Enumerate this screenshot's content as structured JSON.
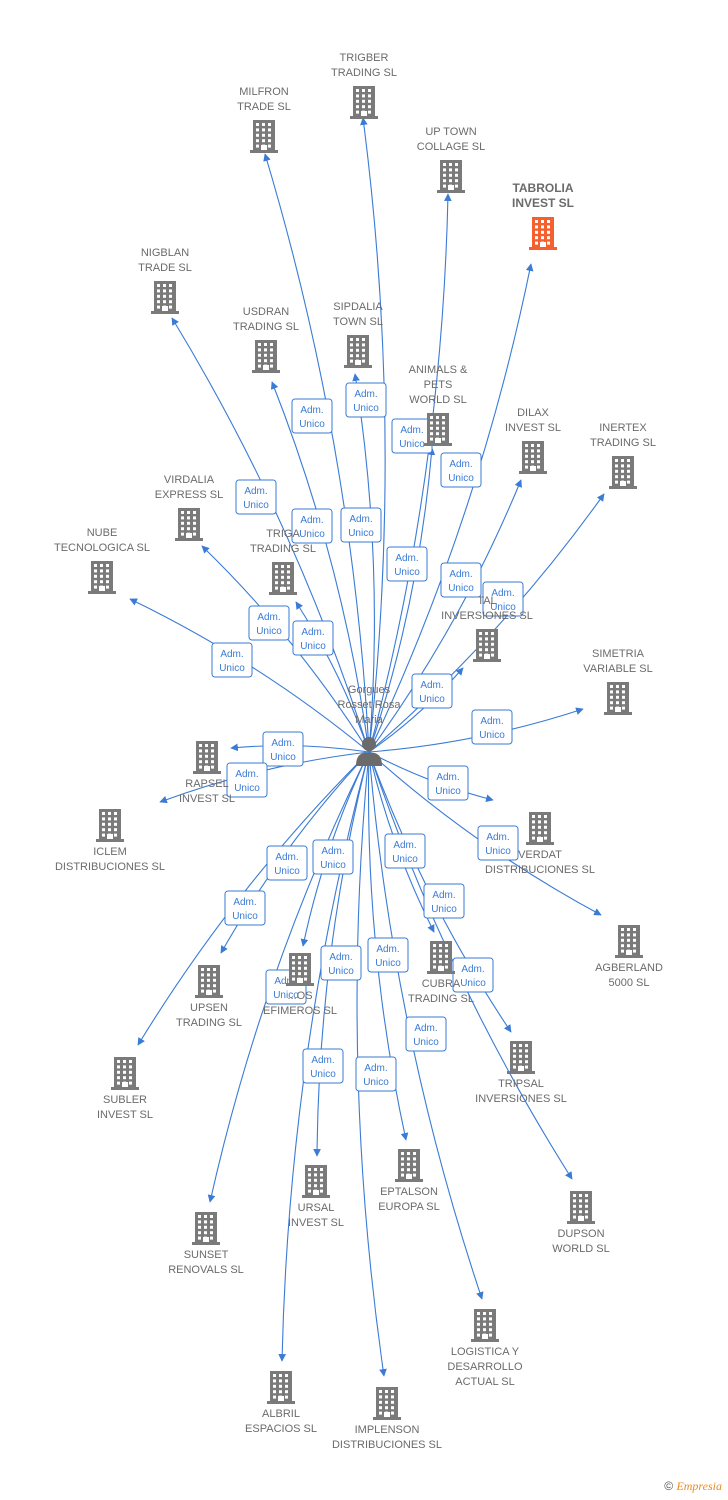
{
  "center": {
    "name_lines": [
      "Gorgues",
      "Rosset Rosa",
      "Maria"
    ]
  },
  "role_label_lines": [
    "Adm.",
    "Unico"
  ],
  "colors": {
    "edge": "#3a7bd5",
    "building": "#7a7a7a",
    "highlight": "#f4612e",
    "label_border": "#3a7bd5"
  },
  "companies": [
    {
      "id": "trigber",
      "name_lines": [
        "TRIGBER",
        "TRADING SL"
      ]
    },
    {
      "id": "milfron",
      "name_lines": [
        "MILFRON",
        "TRADE SL"
      ]
    },
    {
      "id": "uptown",
      "name_lines": [
        "UP TOWN",
        "COLLAGE SL"
      ]
    },
    {
      "id": "tabrolia",
      "name_lines": [
        "TABROLIA",
        "INVEST  SL"
      ],
      "highlight": true
    },
    {
      "id": "nigblan",
      "name_lines": [
        "NIGBLAN",
        "TRADE SL"
      ]
    },
    {
      "id": "usdran",
      "name_lines": [
        "USDRAN",
        "TRADING SL"
      ]
    },
    {
      "id": "sipdalia",
      "name_lines": [
        "SIPDALIA",
        "TOWN SL"
      ]
    },
    {
      "id": "animals",
      "name_lines": [
        "ANIMALS &",
        "PETS",
        "WORLD SL"
      ]
    },
    {
      "id": "dilax",
      "name_lines": [
        "DILAX",
        "INVEST SL"
      ]
    },
    {
      "id": "inertex",
      "name_lines": [
        "INERTEX",
        "TRADING SL"
      ]
    },
    {
      "id": "virdalia",
      "name_lines": [
        "VIRDALIA",
        "EXPRESS SL"
      ]
    },
    {
      "id": "nube",
      "name_lines": [
        "NUBE",
        "TECNOLOGICA SL"
      ]
    },
    {
      "id": "triga",
      "name_lines": [
        "TRIGA",
        "TRADING SL"
      ]
    },
    {
      "id": "tal",
      "name_lines": [
        "TAL",
        "INVERSIONES SL"
      ]
    },
    {
      "id": "simetria",
      "name_lines": [
        "SIMETRIA",
        "VARIABLE SL"
      ]
    },
    {
      "id": "rapsel",
      "name_lines": [
        "RAPSEL",
        "INVEST SL"
      ]
    },
    {
      "id": "iclem",
      "name_lines": [
        "ICLEM",
        "DISTRIBUCIONES SL"
      ]
    },
    {
      "id": "verdat",
      "name_lines": [
        "VERDAT",
        "DISTRIBUCIONES SL"
      ]
    },
    {
      "id": "agberland",
      "name_lines": [
        "AGBERLAND",
        "5000 SL"
      ]
    },
    {
      "id": "upsen",
      "name_lines": [
        "UPSEN",
        "TRADING SL"
      ]
    },
    {
      "id": "efimeros",
      "name_lines": [
        "...OS",
        "EFIMEROS SL"
      ]
    },
    {
      "id": "cubra",
      "name_lines": [
        "CUBRA",
        "TRADING SL"
      ]
    },
    {
      "id": "subler",
      "name_lines": [
        "SUBLER",
        "INVEST SL"
      ]
    },
    {
      "id": "tripsal",
      "name_lines": [
        "TRIPSAL",
        "INVERSIONES SL"
      ]
    },
    {
      "id": "eptalson",
      "name_lines": [
        "EPTALSON",
        "EUROPA SL"
      ]
    },
    {
      "id": "ursal",
      "name_lines": [
        "URSAL",
        "INVEST SL"
      ]
    },
    {
      "id": "dupson",
      "name_lines": [
        "DUPSON",
        "WORLD SL"
      ]
    },
    {
      "id": "sunset",
      "name_lines": [
        "SUNSET",
        "RENOVALS SL"
      ]
    },
    {
      "id": "logistica",
      "name_lines": [
        "LOGISTICA Y",
        "DESARROLLO",
        "ACTUAL SL"
      ]
    },
    {
      "id": "albril",
      "name_lines": [
        "ALBRIL",
        "ESPACIOS SL"
      ]
    },
    {
      "id": "implenson",
      "name_lines": [
        "IMPLENSON",
        "DISTRIBUCIONES SL"
      ]
    }
  ],
  "copyright": {
    "symbol": "©",
    "brand": "Empresia"
  }
}
